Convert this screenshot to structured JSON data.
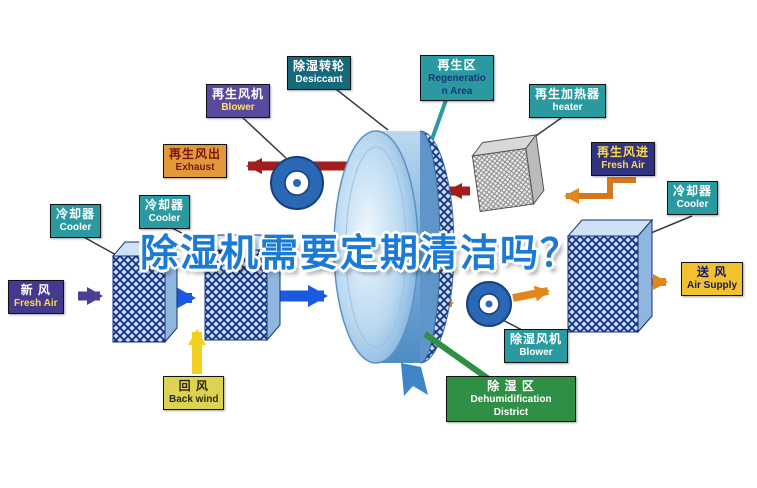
{
  "title": "除湿机需要定期清洁吗？",
  "colors": {
    "title_blue": "#1b7ad6",
    "teal_label": "#2a9aa0",
    "dark_teal_label": "#16697a",
    "purple_label": "#5a4a9e",
    "indigo_label": "#2f3380",
    "navy_purple_label": "#43398f",
    "orange_label": "#e2993a",
    "yellow_label": "#f2c12e",
    "olive_label": "#ded253",
    "green_label": "#2e8f45",
    "arrow_red": "#a31d1d",
    "arrow_blue": "#1b5ae0",
    "arrow_orange": "#e0861c",
    "arrow_yellow": "#f0d020",
    "arrow_purple": "#4a3f92",
    "wheel_blue": "#7db0dd"
  },
  "labels": {
    "regen_blower": {
      "zh": "再生风机",
      "en": "Blower"
    },
    "desiccant_wheel": {
      "zh": "除湿转轮",
      "en": "Desiccant"
    },
    "regen_area": {
      "zh": "再生区",
      "en": "Regeneration Area"
    },
    "regen_heater": {
      "zh": "再生加热器",
      "en": "heater"
    },
    "exhaust": {
      "zh": "再生风出",
      "en": "Exhaust"
    },
    "regen_fresh_air": {
      "zh": "再生风进",
      "en": "Fresh Air"
    },
    "cooler_left_outer": {
      "zh": "冷却器",
      "en": "Cooler"
    },
    "cooler_left_inner": {
      "zh": "冷却器",
      "en": "Cooler"
    },
    "cooler_right": {
      "zh": "冷却器",
      "en": "Cooler"
    },
    "fresh_air": {
      "zh": "新  风",
      "en": "Fresh Air"
    },
    "air_supply": {
      "zh": "送  风",
      "en": "Air Supply"
    },
    "back_wind": {
      "zh": "回  风",
      "en": "Back wind"
    },
    "dehumid_blower": {
      "zh": "除湿风机",
      "en": "Blower"
    },
    "dehumid_district": {
      "zh": "除 湿 区",
      "en_line1": "Dehumidification",
      "en_line2": "District"
    }
  }
}
